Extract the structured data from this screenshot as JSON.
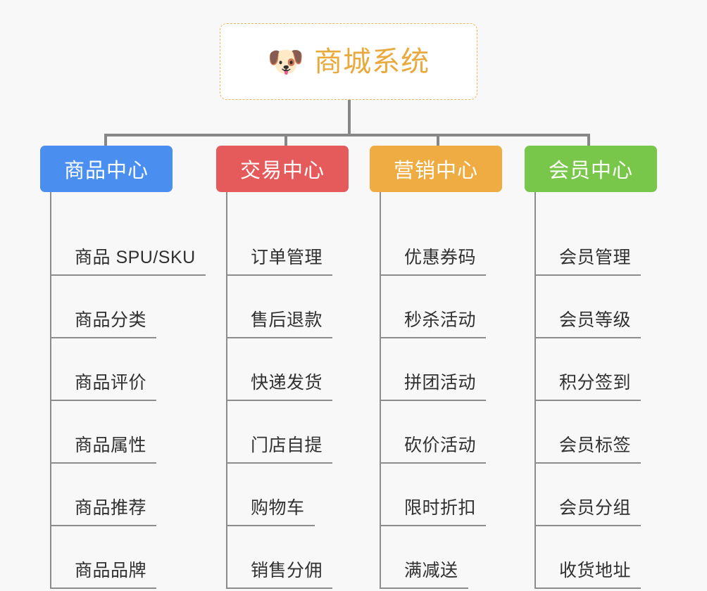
{
  "page": {
    "background_color": "#f8f8f8",
    "type": "mindmap"
  },
  "root": {
    "icon": "dog-face-icon",
    "icon_glyph": "🐶",
    "title": "商城系统",
    "text_color": "#e9a93c",
    "border_color": "#e9b860",
    "background": "#ffffff"
  },
  "columns": [
    {
      "id": "product-center",
      "header": "商品中心",
      "color": "#4a8ff0",
      "items": [
        "商品 SPU/SKU",
        "商品分类",
        "商品评价",
        "商品属性",
        "商品推荐",
        "商品品牌"
      ]
    },
    {
      "id": "trade-center",
      "header": "交易中心",
      "color": "#e55b5b",
      "items": [
        "订单管理",
        "售后退款",
        "快递发货",
        "门店自提",
        "购物车",
        "销售分佣"
      ]
    },
    {
      "id": "marketing-center",
      "header": "营销中心",
      "color": "#eeac42",
      "items": [
        "优惠券码",
        "秒杀活动",
        "拼团活动",
        "砍价活动",
        "限时折扣",
        "满减送"
      ]
    },
    {
      "id": "member-center",
      "header": "会员中心",
      "color": "#79c council",
      "items": [
        "会员管理",
        "会员等级",
        "积分签到",
        "会员标签",
        "会员分组",
        "收货地址"
      ]
    }
  ],
  "connector_color": "#878787",
  "leaf_line_color": "#8d8d8d",
  "leaf_text_color": "#303030"
}
